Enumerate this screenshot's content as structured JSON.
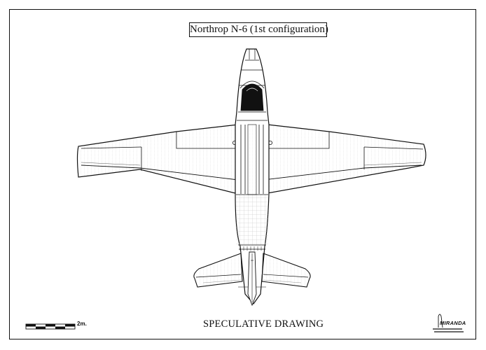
{
  "drawing": {
    "title": "Northrop N-6 (1st configuration)",
    "caption": "SPECULATIVE DRAWING",
    "scale_label": "2m.",
    "signature": "MIRANDA"
  }
}
